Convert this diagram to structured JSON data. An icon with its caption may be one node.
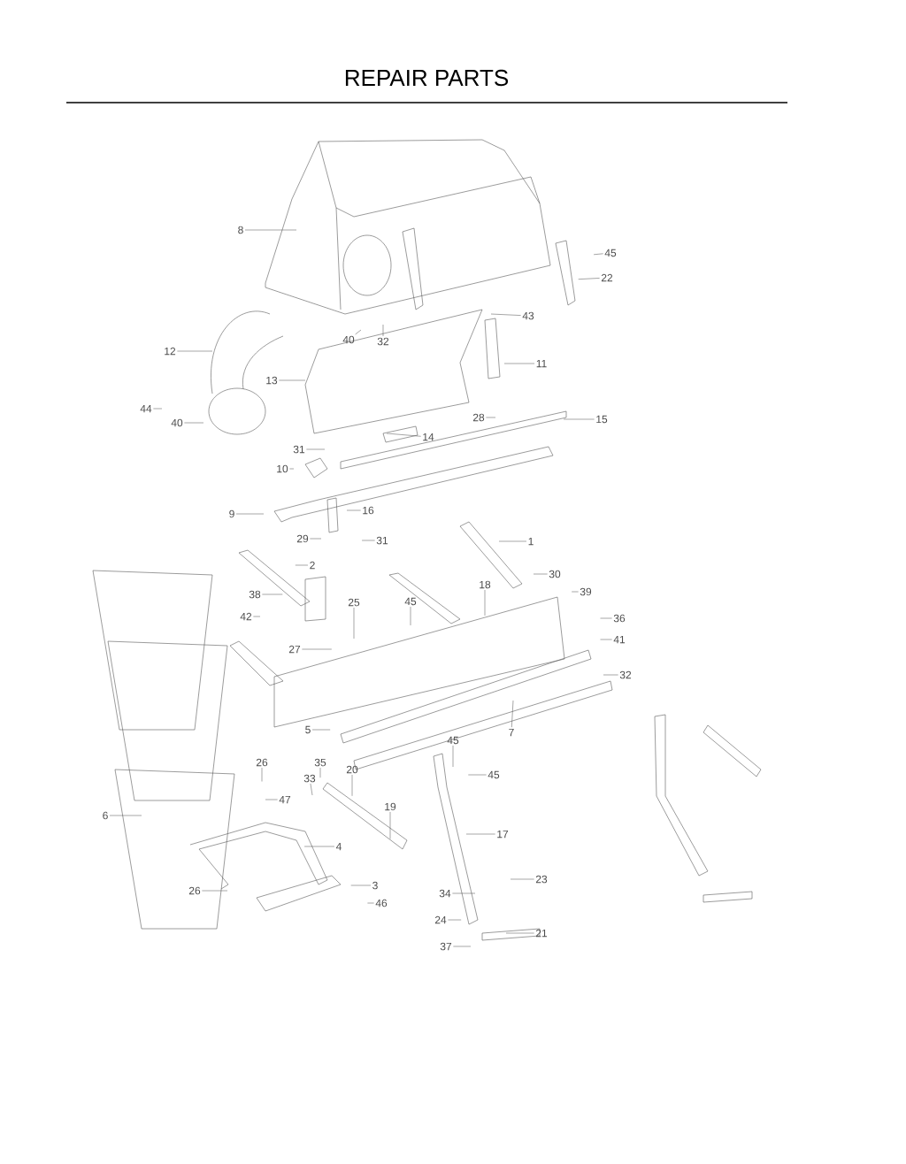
{
  "diagram": {
    "title": "REPAIR PARTS",
    "nodes": [
      {
        "text": [
          "8"
        ]
      },
      {
        "text": [
          "45"
        ]
      },
      {
        "text": [
          "22"
        ]
      },
      {
        "text": [
          "43"
        ]
      },
      {
        "text": [
          "40"
        ]
      },
      {
        "text": [
          "32"
        ]
      },
      {
        "text": [
          "12"
        ]
      },
      {
        "text": [
          "11"
        ]
      },
      {
        "text": [
          "13"
        ]
      },
      {
        "text": [
          "44"
        ]
      },
      {
        "text": [
          "40"
        ]
      },
      {
        "text": [
          "28"
        ]
      },
      {
        "text": [
          "15"
        ]
      },
      {
        "text": [
          "14"
        ]
      },
      {
        "text": [
          "31"
        ]
      },
      {
        "text": [
          "10"
        ]
      },
      {
        "text": [
          "9"
        ]
      },
      {
        "text": [
          "16"
        ]
      },
      {
        "text": [
          "29"
        ]
      },
      {
        "text": [
          "31"
        ]
      },
      {
        "text": [
          "1"
        ]
      },
      {
        "text": [
          "2"
        ]
      },
      {
        "text": [
          "30"
        ]
      },
      {
        "text": [
          "38"
        ]
      },
      {
        "text": [
          "39"
        ]
      },
      {
        "text": [
          "18"
        ]
      },
      {
        "text": [
          "25"
        ]
      },
      {
        "text": [
          "45"
        ]
      },
      {
        "text": [
          "42"
        ]
      },
      {
        "text": [
          "36"
        ]
      },
      {
        "text": [
          "41"
        ]
      },
      {
        "text": [
          "27"
        ]
      },
      {
        "text": [
          "32"
        ]
      },
      {
        "text": [
          "5"
        ]
      },
      {
        "text": [
          "7"
        ]
      },
      {
        "text": [
          "45"
        ]
      },
      {
        "text": [
          "45"
        ]
      },
      {
        "text": [
          "26"
        ]
      },
      {
        "text": [
          "35"
        ]
      },
      {
        "text": [
          "20"
        ]
      },
      {
        "text": [
          "33"
        ]
      },
      {
        "text": [
          "47"
        ]
      },
      {
        "text": [
          "19"
        ]
      },
      {
        "text": [
          "6"
        ]
      },
      {
        "text": [
          "4"
        ]
      },
      {
        "text": [
          "17"
        ]
      },
      {
        "text": [
          "3"
        ]
      },
      {
        "text": [
          "26"
        ]
      },
      {
        "text": [
          "23"
        ]
      },
      {
        "text": [
          "46"
        ]
      },
      {
        "text": [
          "34"
        ]
      },
      {
        "text": [
          "24"
        ]
      },
      {
        "text": [
          "37"
        ]
      },
      {
        "text": [
          "21"
        ]
      }
    ],
    "edges": [
      {
        "from": 0,
        "to": null,
        "arrow": "none"
      },
      {
        "from": 1,
        "to": null,
        "arrow": "none"
      },
      {
        "from": 2,
        "to": null,
        "arrow": "none"
      },
      {
        "from": 3,
        "to": null,
        "arrow": "none"
      },
      {
        "from": 4,
        "to": null,
        "arrow": "none"
      },
      {
        "from": 5,
        "to": null,
        "arrow": "none"
      },
      {
        "from": 6,
        "to": null,
        "arrow": "none"
      },
      {
        "from": 7,
        "to": null,
        "arrow": "none"
      },
      {
        "from": 8,
        "to": null,
        "arrow": "none"
      },
      {
        "from": 9,
        "to": null,
        "arrow": "none"
      },
      {
        "from": 10,
        "to": null,
        "arrow": "none"
      },
      {
        "from": 11,
        "to": null,
        "arrow": "none"
      },
      {
        "from": 12,
        "to": null,
        "arrow": "none"
      },
      {
        "from": 13,
        "to": null,
        "arrow": "none"
      },
      {
        "from": 14,
        "to": null,
        "arrow": "none"
      },
      {
        "from": 15,
        "to": null,
        "arrow": "none"
      },
      {
        "from": 16,
        "to": null,
        "arrow": "none"
      },
      {
        "from": 17,
        "to": null,
        "arrow": "none"
      },
      {
        "from": 18,
        "to": null,
        "arrow": "none"
      },
      {
        "from": 19,
        "to": null,
        "arrow": "none"
      },
      {
        "from": 20,
        "to": null,
        "arrow": "none"
      },
      {
        "from": 21,
        "to": null,
        "arrow": "none"
      },
      {
        "from": 22,
        "to": null,
        "arrow": "none"
      },
      {
        "from": 23,
        "to": null,
        "arrow": "none"
      },
      {
        "from": 24,
        "to": null,
        "arrow": "none"
      },
      {
        "from": 25,
        "to": null,
        "arrow": "none"
      },
      {
        "from": 26,
        "to": null,
        "arrow": "none"
      },
      {
        "from": 27,
        "to": null,
        "arrow": "none"
      },
      {
        "from": 28,
        "to": null,
        "arrow": "none"
      },
      {
        "from": 29,
        "to": null,
        "arrow": "none"
      },
      {
        "from": 30,
        "to": null,
        "arrow": "none"
      },
      {
        "from": 31,
        "to": null,
        "arrow": "none"
      },
      {
        "from": 32,
        "to": null,
        "arrow": "none"
      },
      {
        "from": 33,
        "to": null,
        "arrow": "none"
      },
      {
        "from": 34,
        "to": null,
        "arrow": "none"
      },
      {
        "from": 35,
        "to": null,
        "arrow": "none"
      },
      {
        "from": 36,
        "to": null,
        "arrow": "none"
      },
      {
        "from": 37,
        "to": null,
        "arrow": "none"
      },
      {
        "from": 38,
        "to": null,
        "arrow": "none"
      },
      {
        "from": 39,
        "to": null,
        "arrow": "none"
      },
      {
        "from": 40,
        "to": null,
        "arrow": "none"
      },
      {
        "from": 41,
        "to": null,
        "arrow": "none"
      },
      {
        "from": 42,
        "to": null,
        "arrow": "none"
      },
      {
        "from": 43,
        "to": null,
        "arrow": "none"
      },
      {
        "from": 44,
        "to": null,
        "arrow": "none"
      },
      {
        "from": 45,
        "to": null,
        "arrow": "none"
      },
      {
        "from": 46,
        "to": null,
        "arrow": "none"
      },
      {
        "from": 47,
        "to": null,
        "arrow": "none"
      },
      {
        "from": 48,
        "to": null,
        "arrow": "none"
      },
      {
        "from": 49,
        "to": null,
        "arrow": "none"
      },
      {
        "from": 50,
        "to": null,
        "arrow": "none"
      },
      {
        "from": 51,
        "to": null,
        "arrow": "none"
      },
      {
        "from": 52,
        "to": null,
        "arrow": "none"
      },
      {
        "from": 53,
        "to": null,
        "arrow": "none"
      }
    ]
  }
}
